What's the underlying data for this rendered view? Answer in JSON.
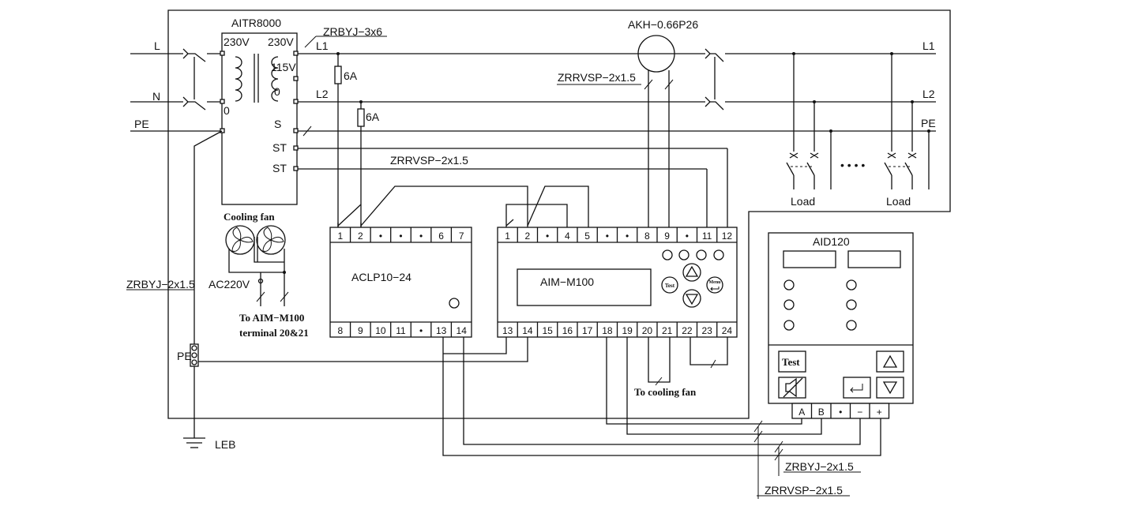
{
  "lines": {
    "l": "L",
    "n": "N",
    "pe_in": "PE",
    "l1": "L1",
    "l2": "L2",
    "pe_out": "PE"
  },
  "transformer": {
    "model": "AITR8000",
    "primary_voltage": "230V",
    "secondary_voltage": "230V",
    "tap_115": "115V",
    "tap_0": "0",
    "primary_0": "0",
    "terminal_l1": "L1",
    "terminal_l2": "L2",
    "terminal_s": "S",
    "terminal_st1": "ST",
    "terminal_st2": "ST"
  },
  "cables": {
    "top": "ZRBYJ−3x6",
    "current_sensor": "ZRRVSP−2x1.5",
    "st_signal": "ZRRVSP−2x1.5",
    "fan_supply": "ZRBYJ−2x1.5",
    "bottom_power": "ZRBYJ−2x1.5",
    "bottom_signal": "ZRRVSP−2x1.5"
  },
  "fuses": {
    "f1": "6A",
    "f2": "6A"
  },
  "current_transformer": {
    "model": "AKH−0.66P26"
  },
  "loads": {
    "load1": "Load",
    "load2": "Load",
    "ellipsis": "• • • •"
  },
  "cooling": {
    "title": "Cooling fan",
    "supply": "AC220V",
    "note_line1": "To AIM−M100",
    "note_line2": "terminal 20&21"
  },
  "aclp": {
    "name": "ACLP10−24",
    "top_terminals": [
      "1",
      "2",
      "•",
      "•",
      "•",
      "6",
      "7"
    ],
    "bottom_terminals": [
      "8",
      "9",
      "10",
      "11",
      "•",
      "13",
      "14"
    ]
  },
  "aim": {
    "name": "AIM−M100",
    "top_terminals": [
      "1",
      "2",
      "•",
      "4",
      "5",
      "•",
      "•",
      "8",
      "9",
      "•",
      "11",
      "12"
    ],
    "bottom_terminals": [
      "13",
      "14",
      "15",
      "16",
      "17",
      "18",
      "19",
      "20",
      "21",
      "22",
      "23",
      "24"
    ],
    "test_label": "Test",
    "menu_label": "Menu",
    "fan_note": "To cooling fan"
  },
  "aid": {
    "name": "AID120",
    "test_label": "Test",
    "terminals": [
      "A",
      "B",
      "•",
      "−",
      "+"
    ]
  },
  "earth": {
    "pe_bar": "PE",
    "leb": "LEB"
  }
}
